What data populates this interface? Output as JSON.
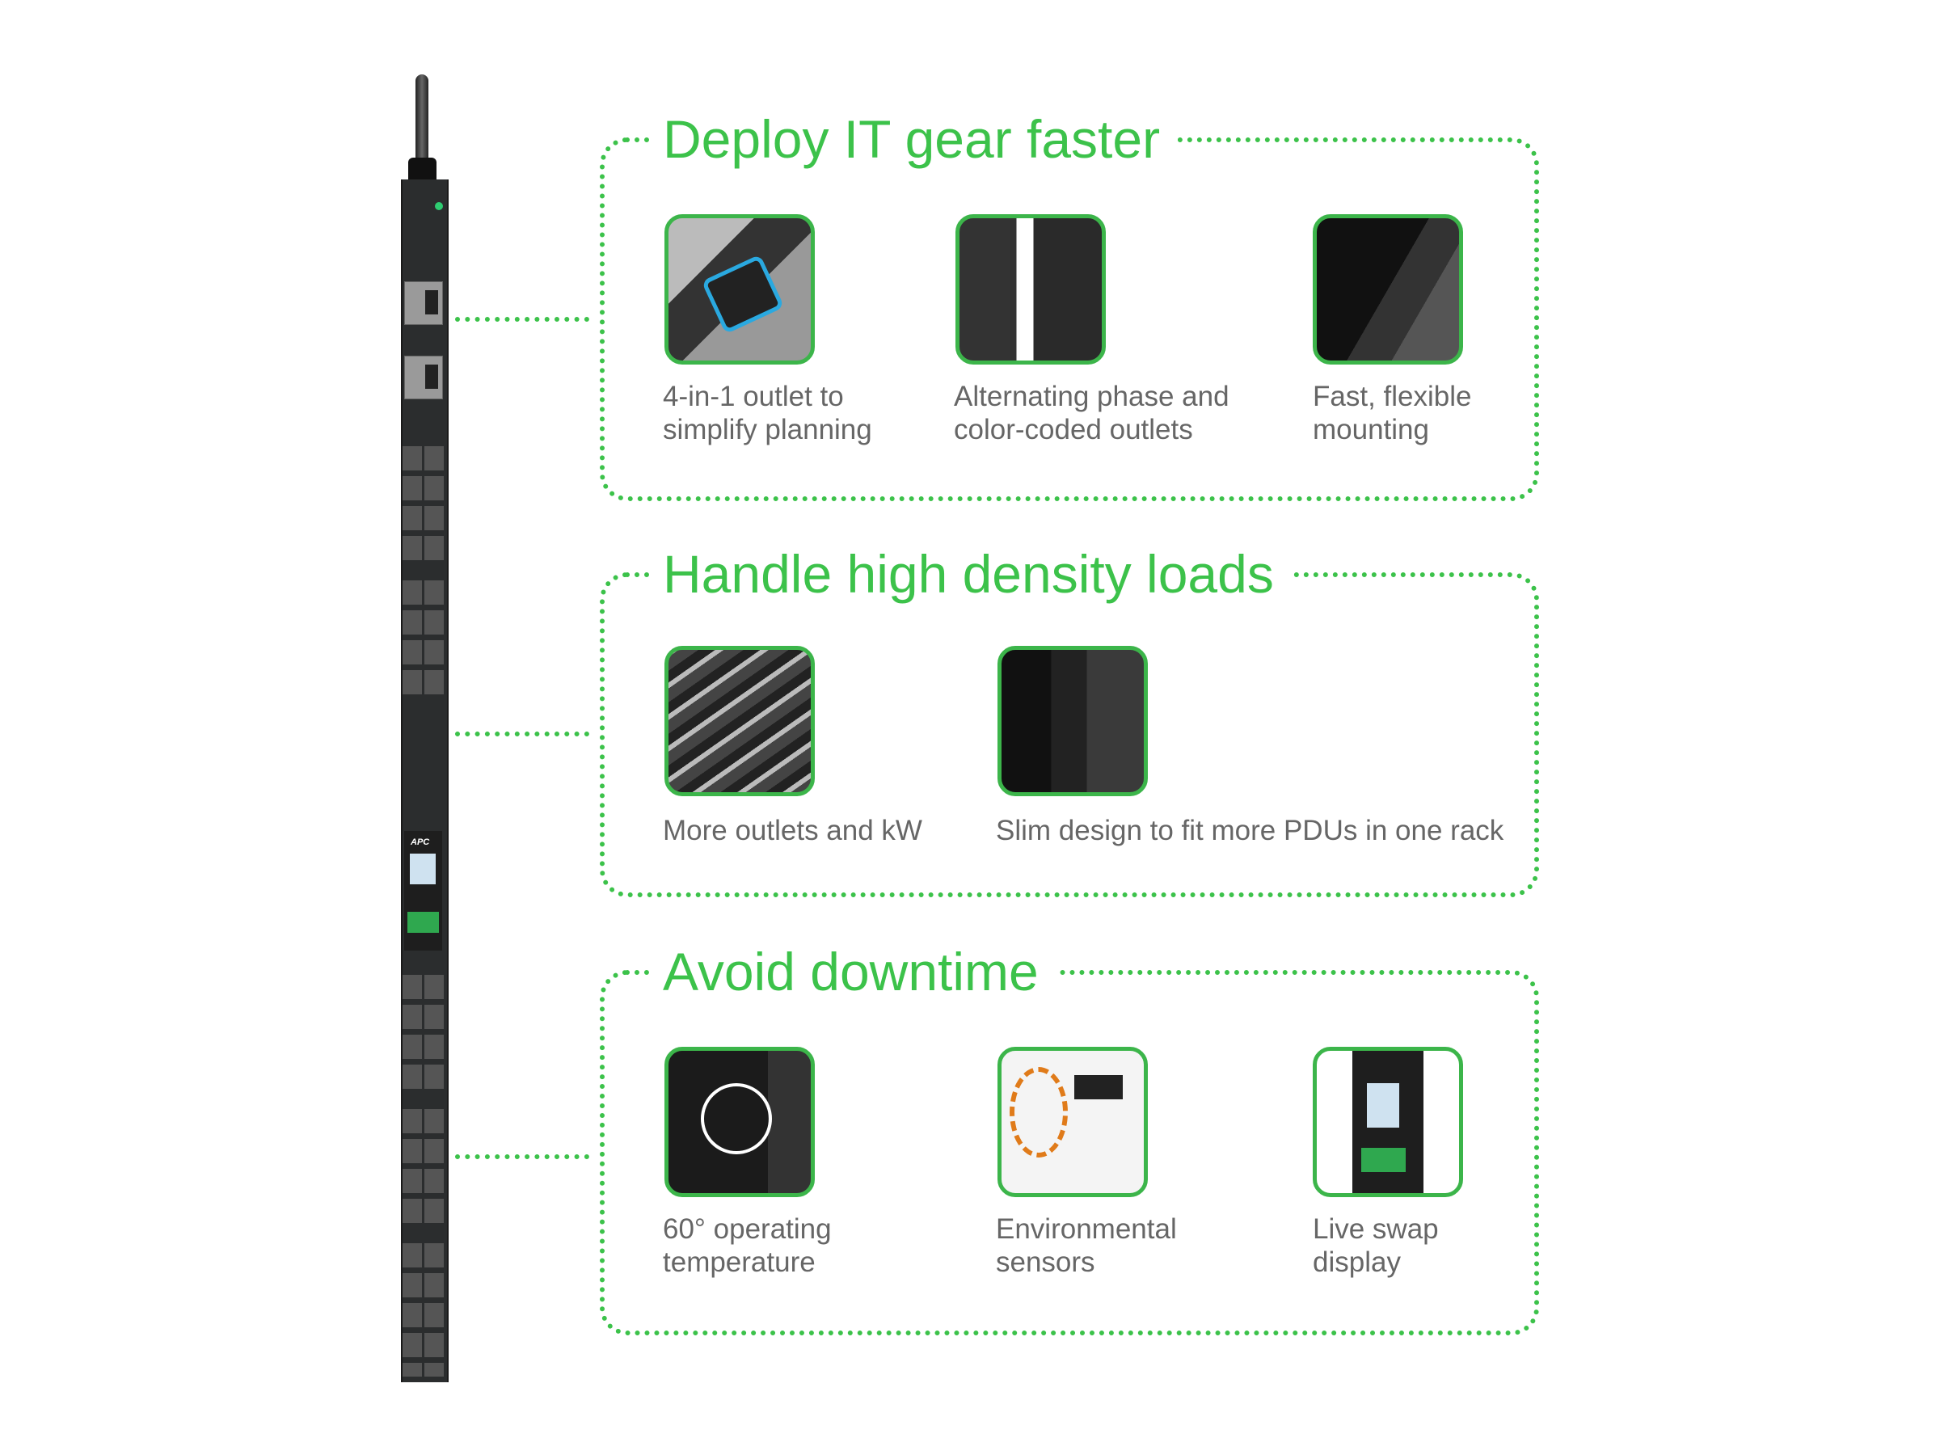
{
  "colors": {
    "accent_green": "#3cc24a",
    "caption_gray": "#666666",
    "pdu_body": "#2b2d2e"
  },
  "product": {
    "brand_label": "APC"
  },
  "sections": [
    {
      "title": "Deploy IT gear faster",
      "features": [
        {
          "caption_line1": "4-in-1 outlet to",
          "caption_line2": "simplify planning"
        },
        {
          "caption_line1": "Alternating phase and",
          "caption_line2": "color-coded outlets"
        },
        {
          "caption_line1": "Fast, flexible",
          "caption_line2": "mounting"
        }
      ]
    },
    {
      "title": "Handle high density loads",
      "features": [
        {
          "caption_line1": "More outlets and kW"
        },
        {
          "caption_line1": "Slim design to fit more PDUs in one rack"
        }
      ]
    },
    {
      "title": "Avoid downtime",
      "features": [
        {
          "caption_line1": "60° operating",
          "caption_line2": "temperature"
        },
        {
          "caption_line1": "Environmental",
          "caption_line2": "sensors"
        },
        {
          "caption_line1": "Live swap",
          "caption_line2": "display"
        }
      ]
    }
  ]
}
